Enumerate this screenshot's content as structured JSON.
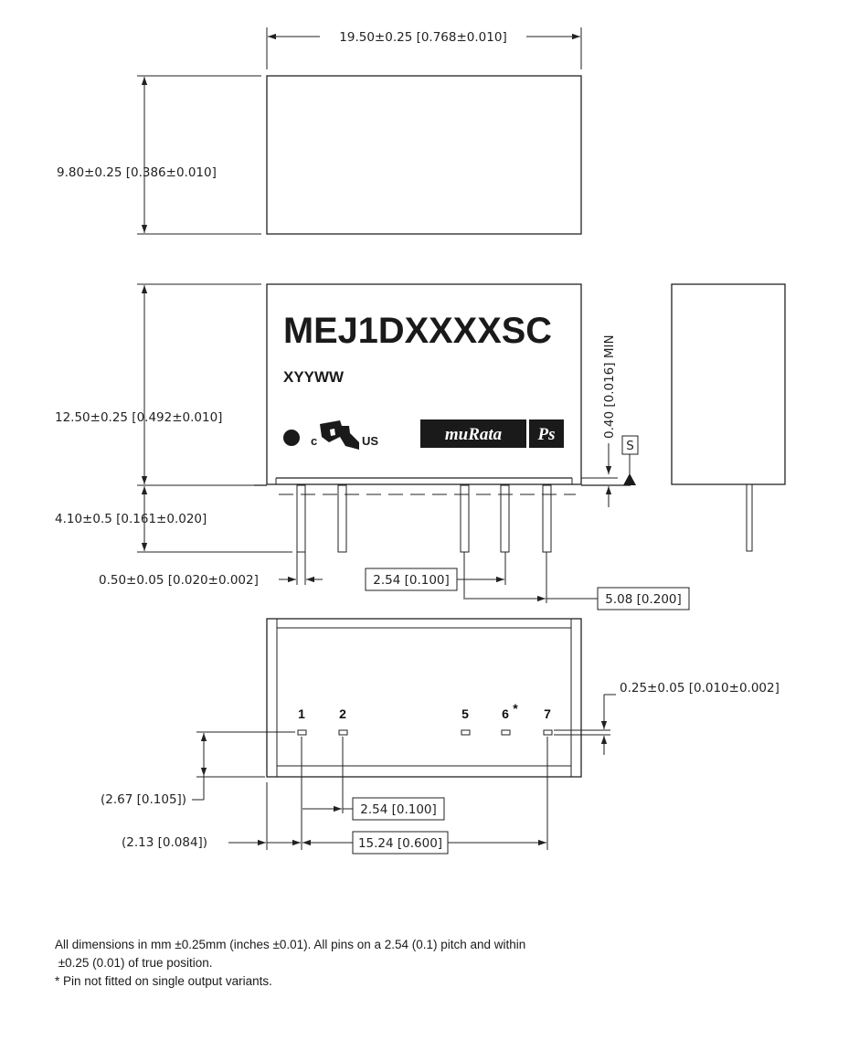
{
  "dimensions": {
    "width": "19.50±0.25 [0.768±0.010]",
    "depth": "9.80±0.25 [0.386±0.010]",
    "height": "12.50±0.25 [0.492±0.010]",
    "pin_length": "4.10±0.5 [0.161±0.020]",
    "pin_width": "0.50±0.05 [0.020±0.002]",
    "pitch_side": "2.54 [0.100]",
    "pitch_double": "5.08 [0.200]",
    "standoff": "0.40 [0.016] MIN",
    "standoff_symbol": "S",
    "pin_thickness": "0.25±0.05 [0.010±0.002]",
    "pin_row_offset": "(2.67 [0.105])",
    "pitch_bottom": "2.54 [0.100]",
    "edge_offset": "(2.13 [0.084])",
    "pin_span": "15.24 [0.600]"
  },
  "marking": {
    "model": "MEJ1DXXXXSC",
    "date_code": "XYYWW",
    "cert_c": "c",
    "cert_us": "US",
    "brand_logo": "muRata",
    "brand_ps": "Ps"
  },
  "pins": {
    "p1": "1",
    "p2": "2",
    "p5": "5",
    "p6": "6",
    "p6_mark": "*",
    "p7": "7"
  },
  "notes": {
    "line1": "All dimensions in mm ±0.25mm (inches ±0.01). All pins on a 2.54 (0.1) pitch and within",
    "line2": " ±0.25 (0.01) of true position.",
    "line3": "* Pin not fitted on single output variants."
  }
}
